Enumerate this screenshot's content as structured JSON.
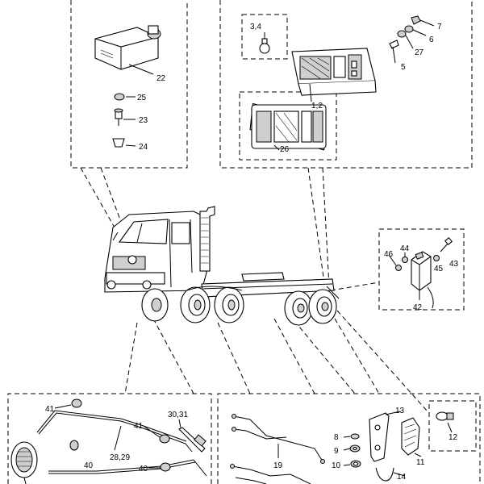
{
  "callouts": {
    "c22": "22",
    "c25": "25",
    "c23": "23",
    "c24": "24",
    "c34": "3,4",
    "c7": "7",
    "c6": "6",
    "c27": "27",
    "c5": "5",
    "c12": "1,2",
    "c26": "26",
    "c46": "46",
    "c44": "44",
    "c45": "45",
    "c43": "43",
    "c42": "42",
    "c41a": "41",
    "c41b": "41",
    "c3031": "30,31",
    "c40a": "40",
    "c40b": "40",
    "c2829": "28,29",
    "c19": "19",
    "c13": "13",
    "c8": "8",
    "c9": "9",
    "c10": "10",
    "c14": "14",
    "c11": "11",
    "c12b": "12"
  }
}
